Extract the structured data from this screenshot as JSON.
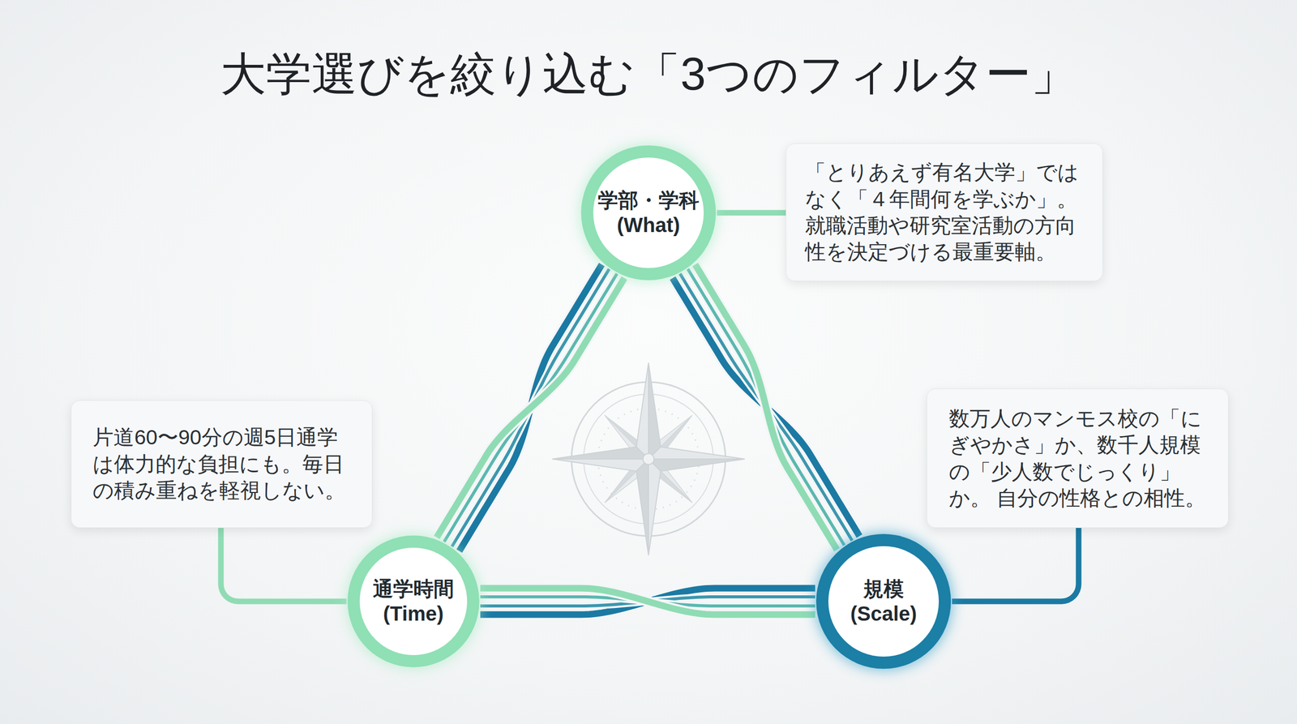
{
  "diagram": {
    "title": "大学選びを絞り込む「3つのフィルター」",
    "nodes": [
      {
        "text": [
          "学部・学科",
          "(What)"
        ]
      },
      {
        "text": [
          "「とりあえず有名大学」では なく「４年間何を学ぶか」。 就職活動や研究室活動の方向 性を決定づける最重要軸。"
        ]
      },
      {
        "text": [
          "通学時間",
          "(Time)"
        ]
      },
      {
        "text": [
          "片道60〜90分の週5日通学 は体力的な負担にも。毎日 の積み重ねを軽視しない。"
        ]
      },
      {
        "text": [
          "規模",
          "(Scale)"
        ]
      },
      {
        "text": [
          "数万人のマンモス校の「に ぎやかさ」か、数千人規模 の「少人数でじっくり」か。 自分の性格との相性。"
        ]
      }
    ],
    "edges": [
      {
        "from": 0,
        "to": 2,
        "arrow": "none"
      },
      {
        "from": 0,
        "to": 4,
        "arrow": "none"
      },
      {
        "from": 2,
        "to": 4,
        "arrow": "none"
      },
      {
        "from": 0,
        "to": 1,
        "arrow": "none"
      },
      {
        "from": 2,
        "to": 3,
        "arrow": "none"
      },
      {
        "from": 4,
        "to": 5,
        "arrow": "none"
      }
    ]
  }
}
